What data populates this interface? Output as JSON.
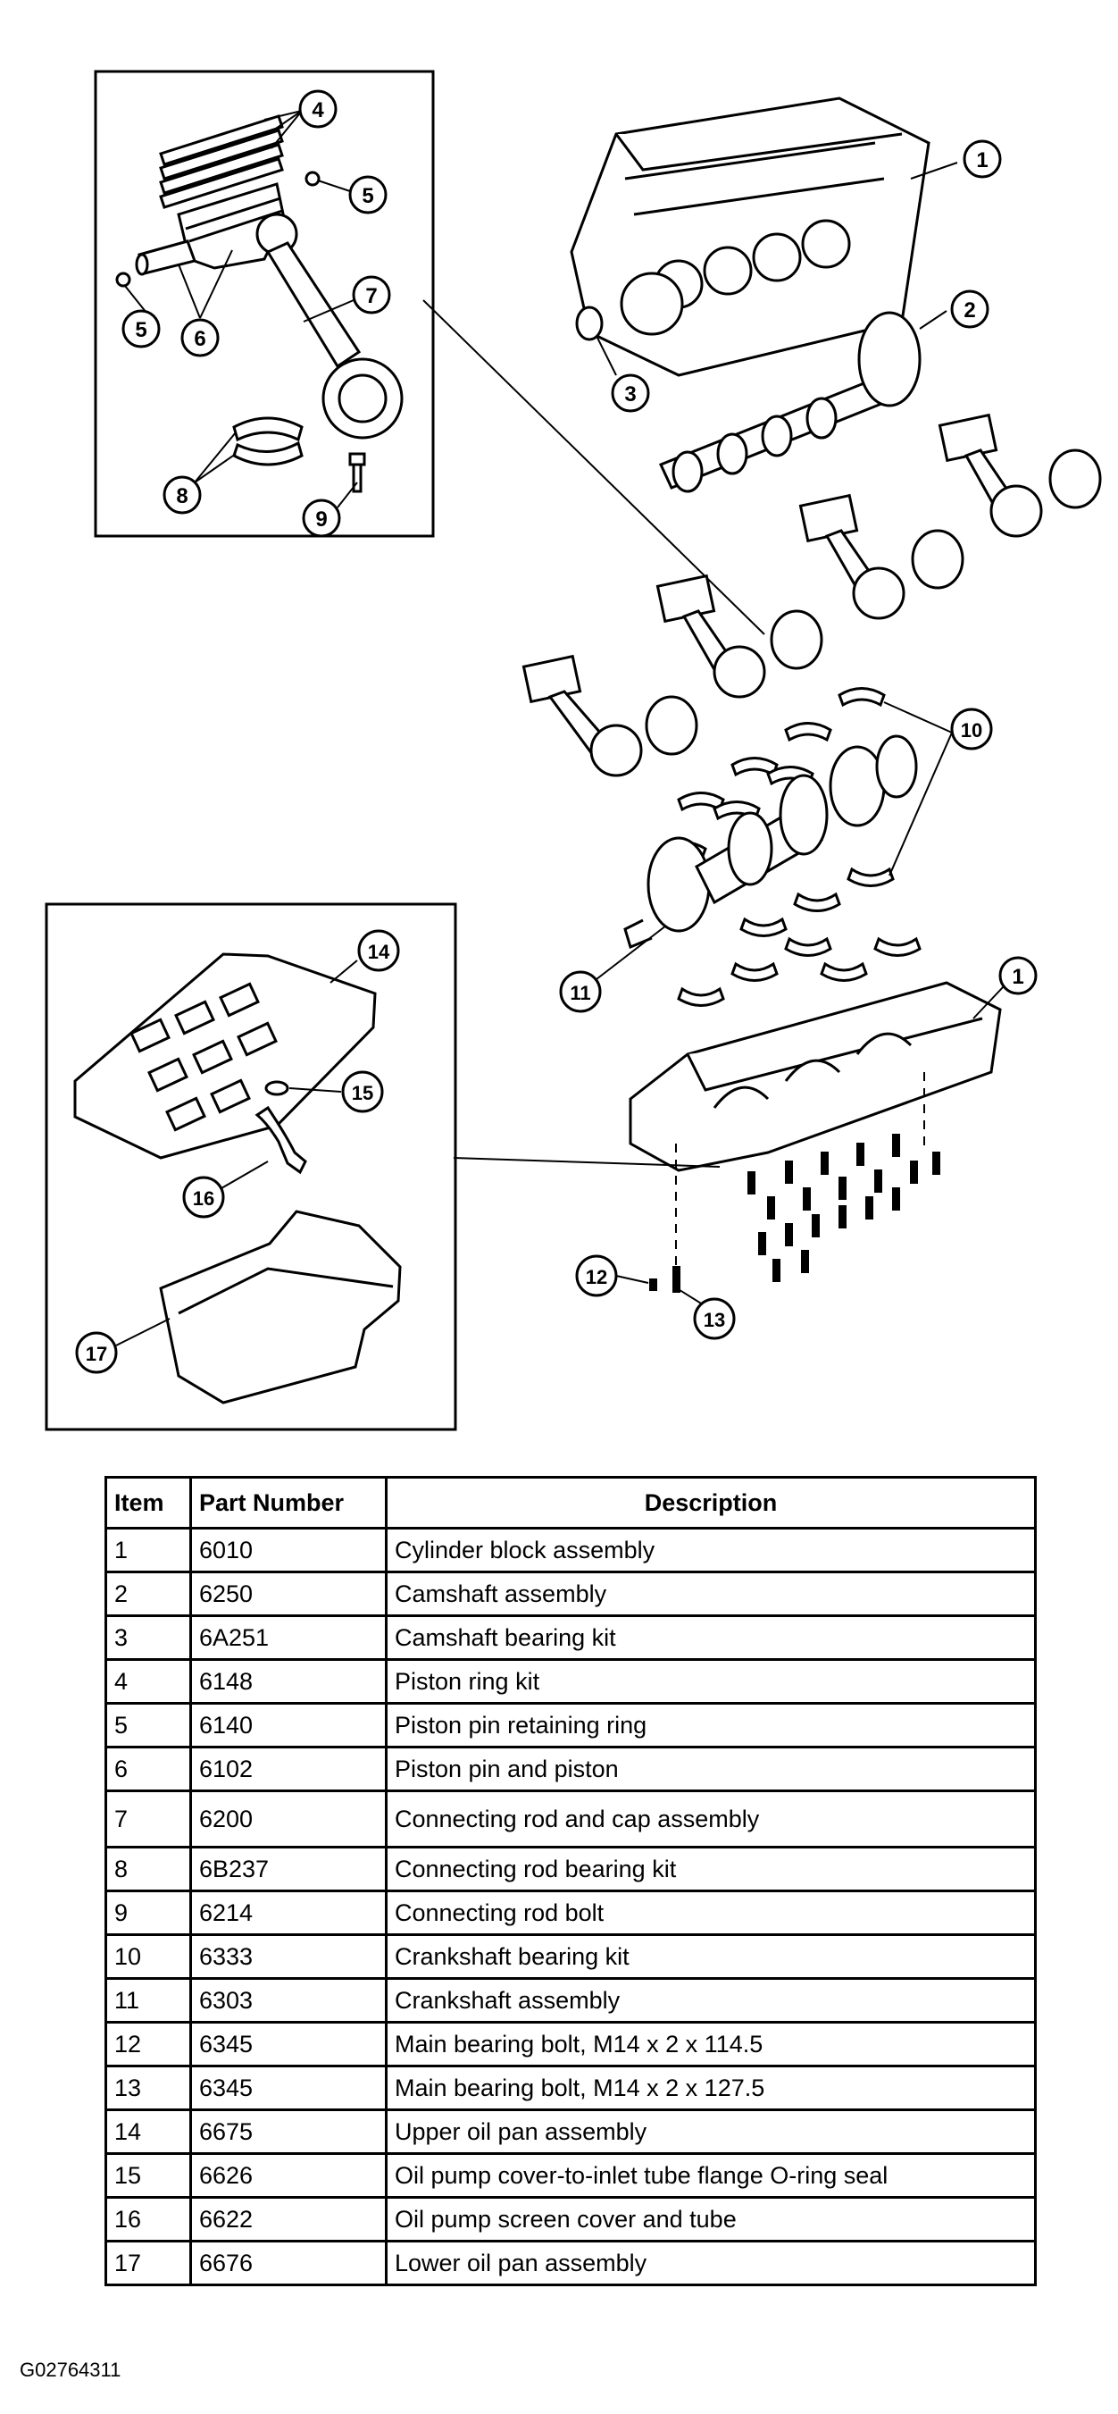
{
  "callouts": [
    {
      "label": "1"
    },
    {
      "label": "2"
    },
    {
      "label": "3"
    },
    {
      "label": "4"
    },
    {
      "label": "5"
    },
    {
      "label": "5"
    },
    {
      "label": "6"
    },
    {
      "label": "7"
    },
    {
      "label": "8"
    },
    {
      "label": "9"
    },
    {
      "label": "10"
    },
    {
      "label": "11"
    },
    {
      "label": "1"
    },
    {
      "label": "14"
    },
    {
      "label": "15"
    },
    {
      "label": "16"
    },
    {
      "label": "17"
    },
    {
      "label": "12"
    },
    {
      "label": "13"
    }
  ],
  "table": {
    "headers": [
      "Item",
      "Part Number",
      "Description"
    ],
    "rows": [
      [
        "1",
        "6010",
        "Cylinder block assembly"
      ],
      [
        "2",
        "6250",
        "Camshaft assembly"
      ],
      [
        "3",
        "6A251",
        "Camshaft bearing kit"
      ],
      [
        "4",
        "6148",
        "Piston ring kit"
      ],
      [
        "5",
        "6140",
        "Piston pin retaining ring"
      ],
      [
        "6",
        "6102",
        "Piston pin and piston"
      ],
      [
        "7",
        "6200",
        "Connecting rod and cap assembly"
      ],
      [
        "8",
        "6B237",
        "Connecting rod bearing kit"
      ],
      [
        "9",
        "6214",
        "Connecting rod bolt"
      ],
      [
        "10",
        "6333",
        "Crankshaft bearing kit"
      ],
      [
        "11",
        "6303",
        "Crankshaft assembly"
      ],
      [
        "12",
        "6345",
        "Main bearing bolt, M14 x 2 x 114.5"
      ],
      [
        "13",
        "6345",
        "Main bearing bolt, M14 x 2 x 127.5"
      ],
      [
        "14",
        "6675",
        "Upper oil pan assembly"
      ],
      [
        "15",
        "6626",
        "Oil pump cover-to-inlet tube flange O-ring seal"
      ],
      [
        "16",
        "6622",
        "Oil pump screen cover and tube"
      ],
      [
        "17",
        "6676",
        "Lower oil pan assembly"
      ]
    ]
  },
  "figure_id": "G02764311"
}
